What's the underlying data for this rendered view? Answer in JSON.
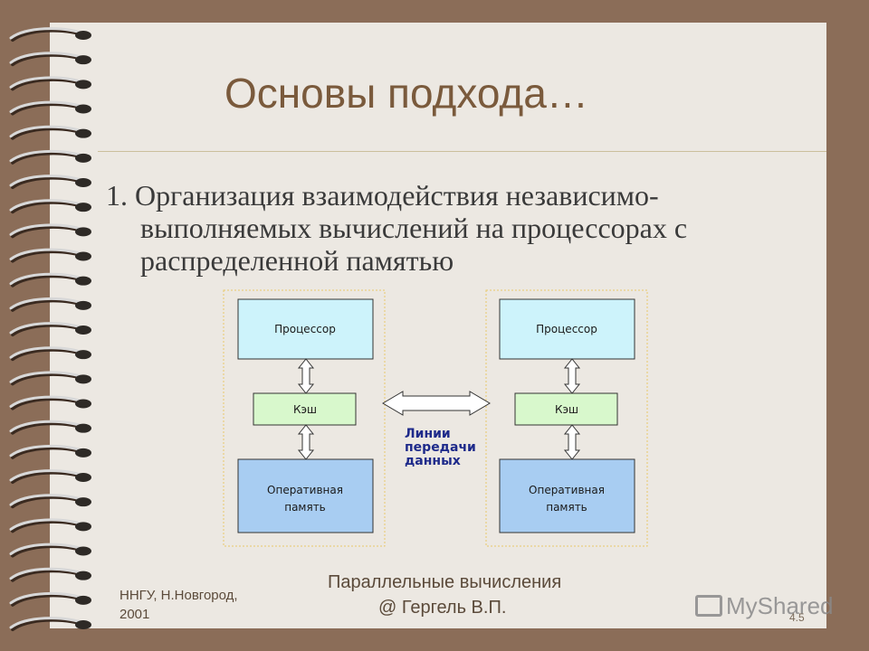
{
  "slide": {
    "title": "Основы подхода…",
    "body_lines": [
      "1. Организация взаимодействия независимо-",
      "выполняемых вычислений на процессорах с",
      "распределенной памятью"
    ]
  },
  "diagram": {
    "nodes": [
      {
        "processor": "Процессор",
        "cache": "Кэш",
        "memory_line1": "Оперативная",
        "memory_line2": "память"
      },
      {
        "processor": "Процессор",
        "cache": "Кэш",
        "memory_line1": "Оперативная",
        "memory_line2": "память"
      }
    ],
    "link_label": [
      "Линии",
      "передачи",
      "данных"
    ],
    "colors": {
      "processor_fill": "#cdf3fb",
      "cache_fill": "#d8f8cc",
      "memory_fill": "#a8cdf2",
      "border": "#333333",
      "dotted_frame": "#e8c86a",
      "label": "#1e2a8a"
    }
  },
  "footer": {
    "org_line1": "ННГУ, Н.Новгород,",
    "org_line2": "2001",
    "course_line1": "Параллельные вычисления",
    "course_line2": "@ Гергель В.П.",
    "page": "4.5"
  },
  "watermark": {
    "text": "MyShared"
  }
}
